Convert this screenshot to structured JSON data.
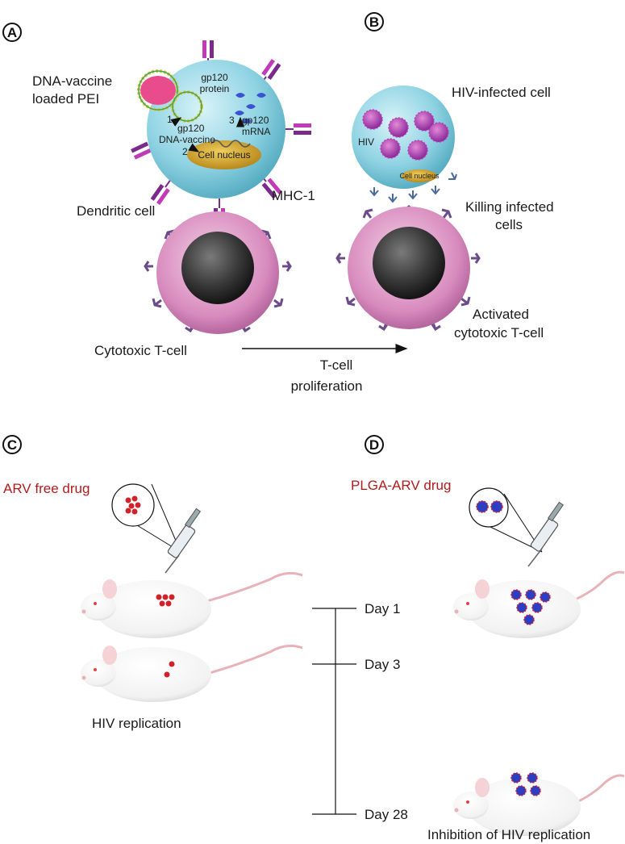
{
  "panels": {
    "a": "A",
    "b": "B",
    "c": "C",
    "d": "D"
  },
  "panel_a": {
    "dna_vaccine_loaded_pei_line1": "DNA-vaccine",
    "dna_vaccine_loaded_pei_line2": "loaded PEI",
    "gp120_protein_line1": "gp120",
    "gp120_protein_line2": "protein",
    "step1": "1",
    "step2": "2",
    "step3": "3",
    "gp120_dna_vaccine_line1": "gp120",
    "gp120_dna_vaccine_line2": "DNA-vaccine",
    "gp120_mrna_line1": "gp120",
    "gp120_mrna_line2": "mRNA",
    "cell_nucleus": "Cell nucleus",
    "mhc1": "MHC-1",
    "dendritic_cell": "Dendritic cell",
    "cytotoxic_t_cell": "Cytotoxic T-cell"
  },
  "panel_b": {
    "hiv_infected_cell": "HIV-infected cell",
    "hiv": "HIV",
    "cell_nucleus_small": "Cell nucleus",
    "killing_infected_line1": "Killing infected",
    "killing_infected_line2": "cells",
    "activated_line1": "Activated",
    "activated_line2": "cytotoxic T-cell"
  },
  "proliferation": {
    "line1": "T-cell",
    "line2": "proliferation"
  },
  "panel_c": {
    "arv_free_drug": "ARV free drug",
    "hiv_replication": "HIV replication"
  },
  "panel_d": {
    "plga_arv_drug": "PLGA-ARV drug",
    "inhibition": "Inhibition of HIV replication"
  },
  "timeline": {
    "day1": "Day 1",
    "day3": "Day 3",
    "day28": "Day 28"
  },
  "colors": {
    "cell_blue": "#8fd3e3",
    "nucleus_gold": "#d4a531",
    "receptor_purple": "#7a2a8a",
    "receptor_magenta": "#c23bb6",
    "tcell_pink": "#d88bbe",
    "tcell_core": "#3a3a3a",
    "drug_red": "#d0222a",
    "nanoparticle_blue": "#2b3ec4",
    "label_red": "#b01c1c"
  }
}
